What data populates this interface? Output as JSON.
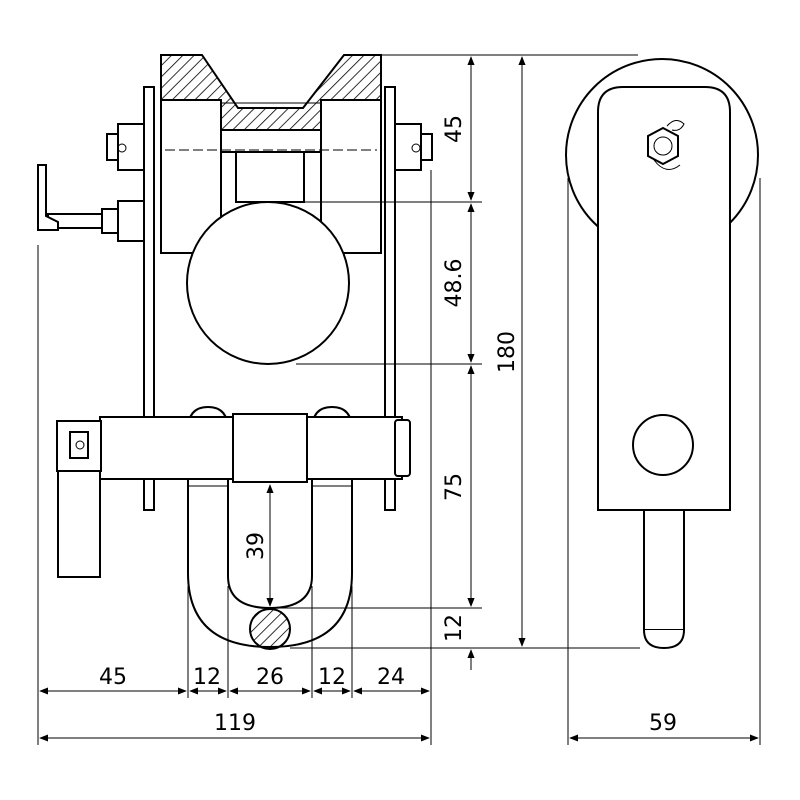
{
  "dimensions": {
    "horizontal": {
      "seg1": "45",
      "seg2": "12",
      "seg3": "26",
      "seg4": "12",
      "seg5": "24",
      "total_width": "119",
      "side_width": "59"
    },
    "vertical": {
      "roller_top": "45",
      "roller_dia": "48.6",
      "shackle_span": "75",
      "shackle_inner": "39",
      "pin_dia": "12",
      "overall_height": "180"
    }
  },
  "colors": {
    "line": "#000000",
    "background": "#ffffff"
  }
}
